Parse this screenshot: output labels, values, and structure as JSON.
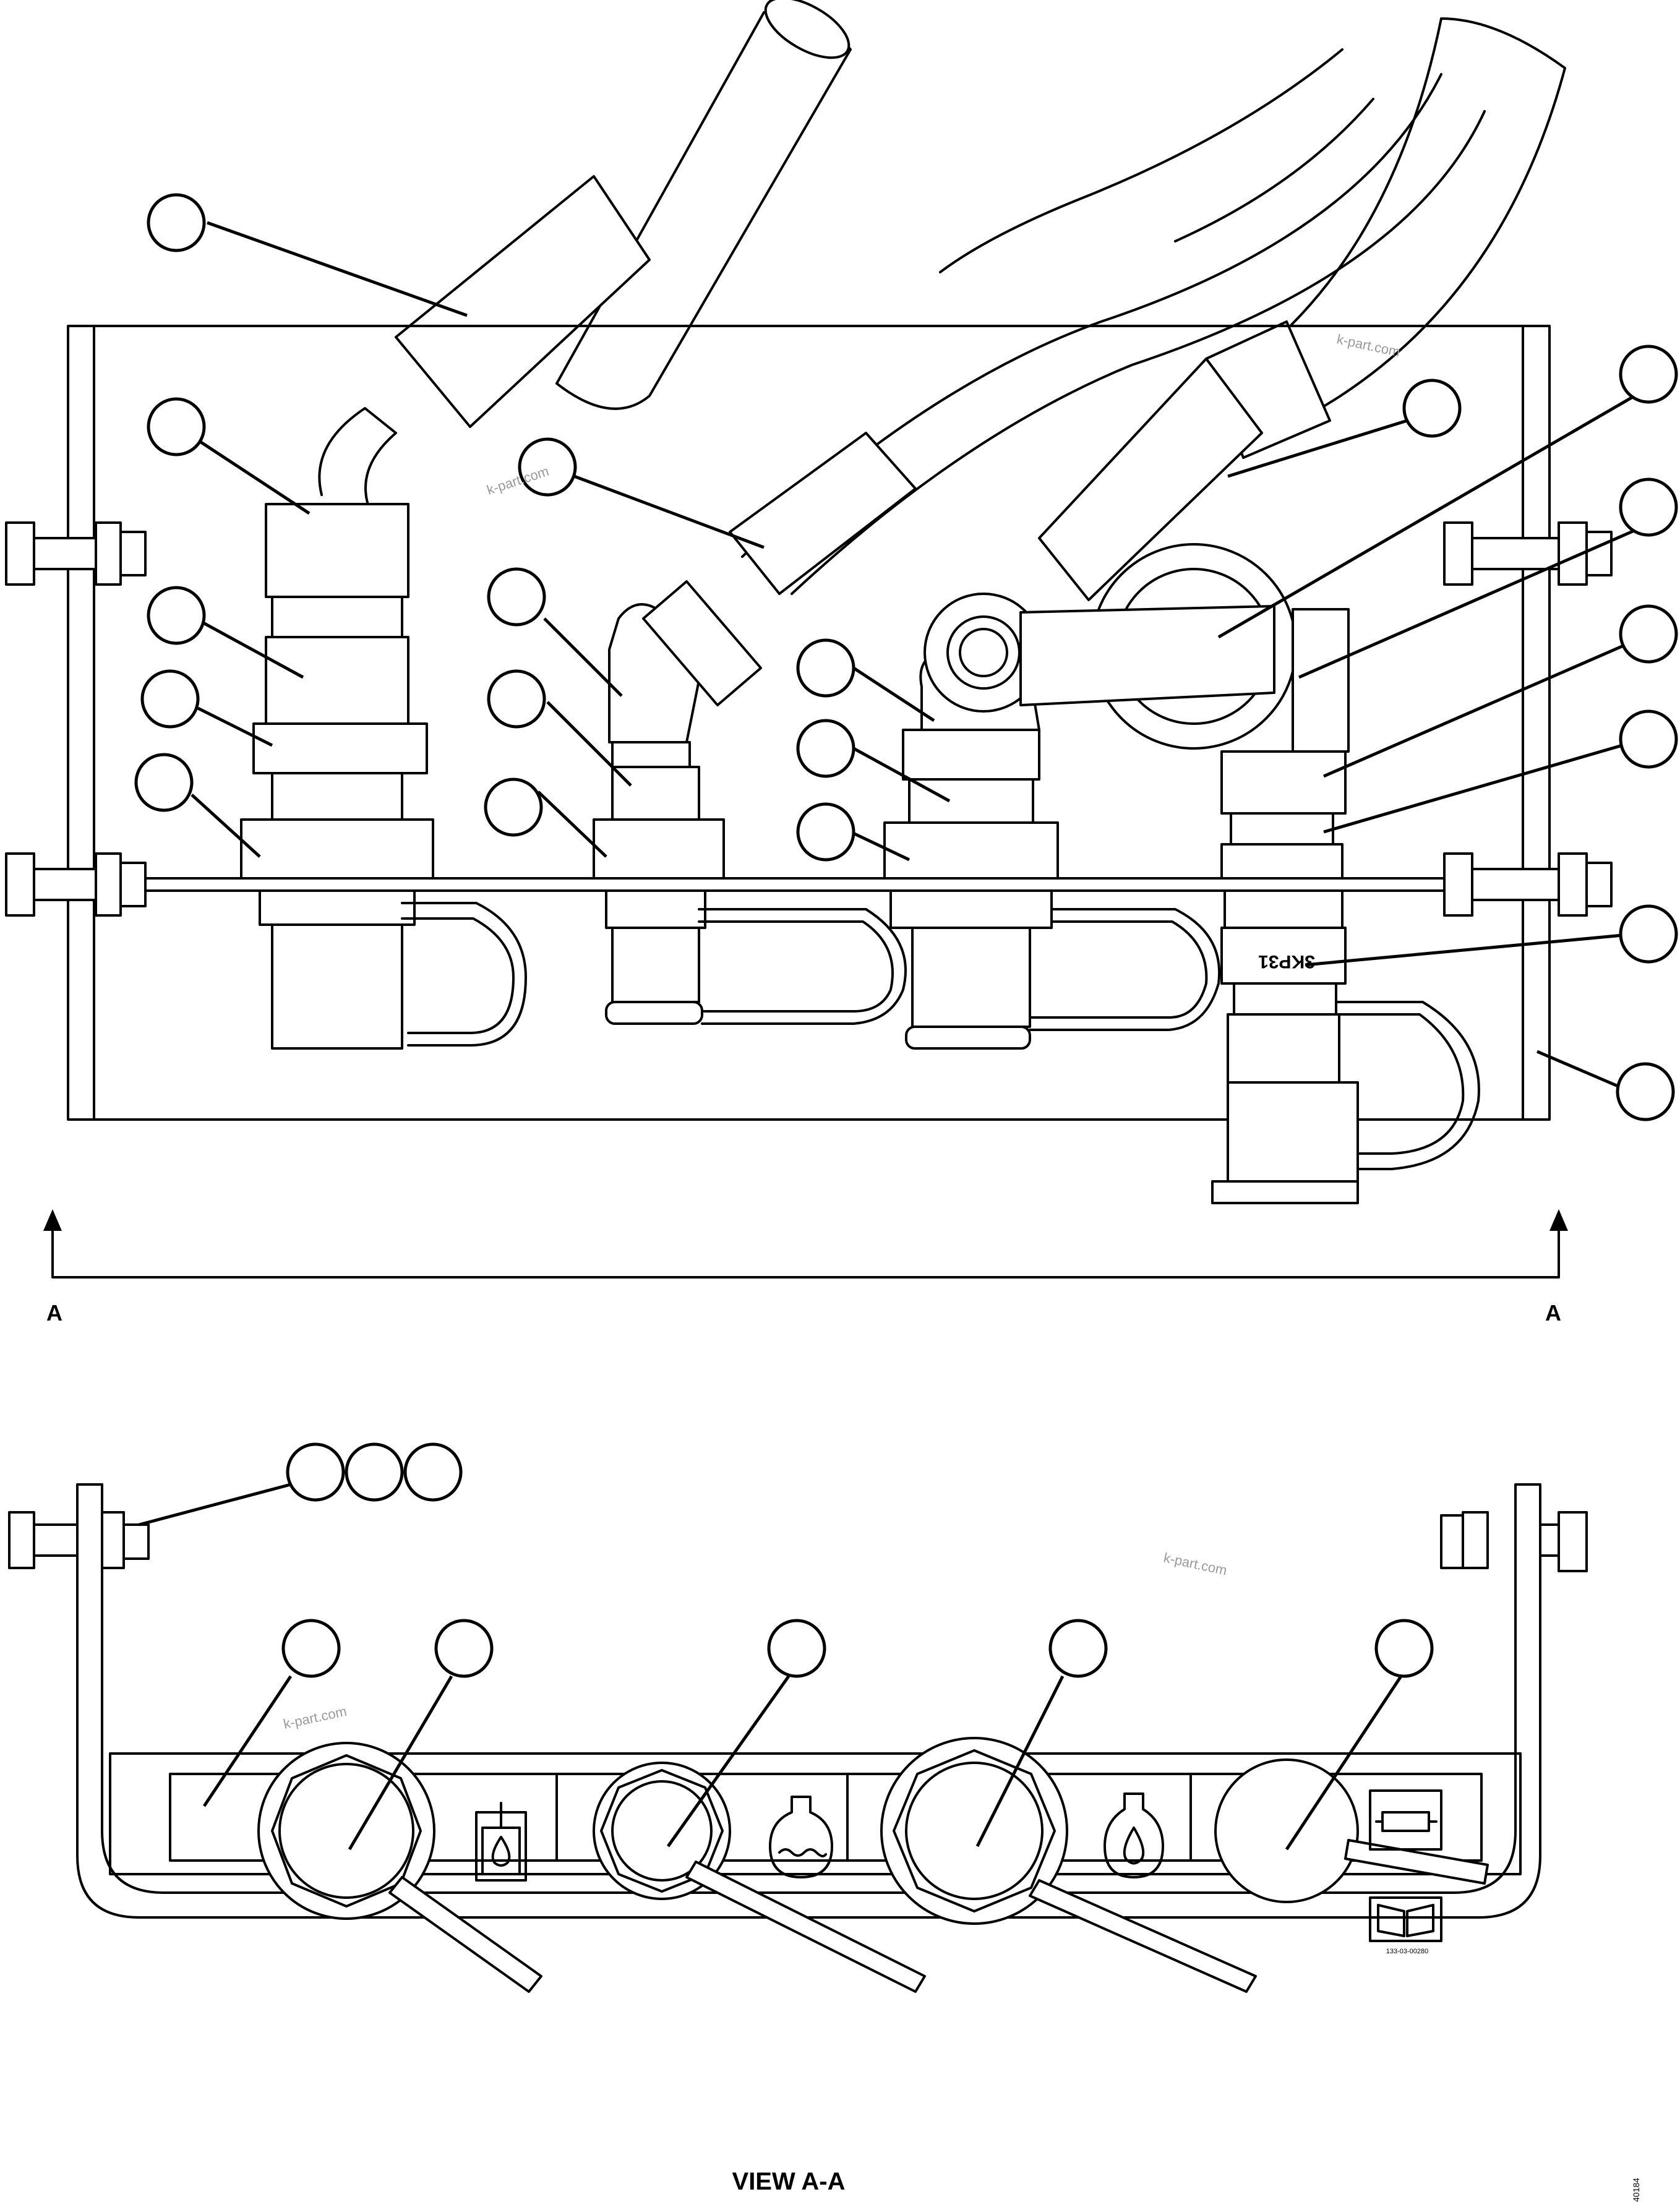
{
  "watermarks": [
    "k-part.com",
    "k-part.com",
    "k-part.com",
    "k-part.com"
  ],
  "section_marks": {
    "left": "A",
    "right": "A"
  },
  "connector_label": "3KP31",
  "decal_number": "133-03-00280",
  "view_label": "VIEW A-A",
  "corner_code": "40184"
}
